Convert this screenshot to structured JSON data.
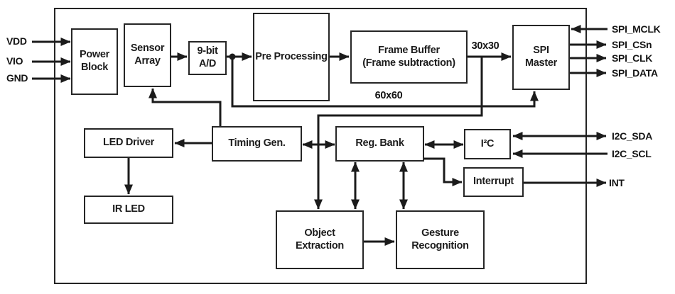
{
  "blocks": {
    "power_block": {
      "label": "Power\nBlock"
    },
    "sensor_array": {
      "label": "Sensor\nArray"
    },
    "adc": {
      "label": "9-bit\nA/D"
    },
    "pre_processing": {
      "label": "Pre Processing"
    },
    "frame_buffer": {
      "label": "Frame Buffer\n(Frame subtraction)"
    },
    "spi_master": {
      "label": "SPI\nMaster"
    },
    "led_driver": {
      "label": "LED Driver"
    },
    "timing_gen": {
      "label": "Timing Gen."
    },
    "reg_bank": {
      "label": "Reg. Bank"
    },
    "i2c": {
      "label": "I²C"
    },
    "interrupt": {
      "label": "Interrupt"
    },
    "ir_led": {
      "label": "IR LED"
    },
    "object_extraction": {
      "label": "Object\nExtraction"
    },
    "gesture_recognition": {
      "label": "Gesture\nRecognition"
    }
  },
  "pins": {
    "left": [
      {
        "label": "VDD"
      },
      {
        "label": "VIO"
      },
      {
        "label": "GND"
      }
    ],
    "spi": [
      {
        "label": "SPI_MCLK"
      },
      {
        "label": "SPI_CSn"
      },
      {
        "label": "SPI_CLK"
      },
      {
        "label": "SPI_DATA"
      }
    ],
    "i2c": [
      {
        "label": "I2C_SDA"
      },
      {
        "label": "I2C_SCL"
      }
    ],
    "int": {
      "label": "INT"
    }
  },
  "bus_labels": {
    "frame_out": "30x30",
    "raw_out": "60x60"
  },
  "colors": {
    "line": "#1b1b1b",
    "background": "#ffffff",
    "box_border": "#262626"
  }
}
